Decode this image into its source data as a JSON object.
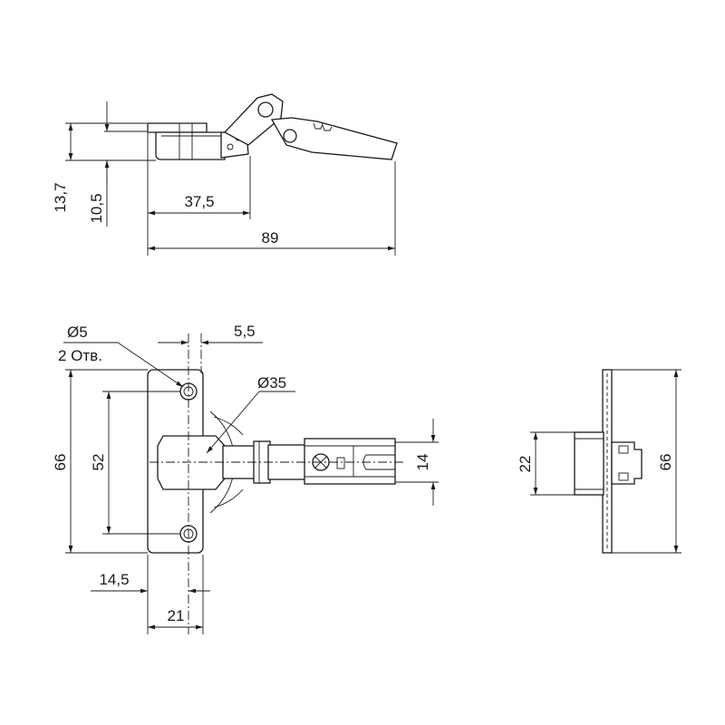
{
  "top_view": {
    "dim_height_total": "13,7",
    "dim_height_base": "10,5",
    "dim_cup_offset": "37,5",
    "dim_length_total": "89"
  },
  "front_view": {
    "dim_hole_diameter": "Ø5",
    "dim_hole_count": "2 Отв.",
    "dim_hole_edge": "5,5",
    "dim_cup_diameter": "Ø35",
    "dim_plate_height": "66",
    "dim_hole_spacing": "52",
    "dim_arm_width": "14",
    "dim_hole_offset": "14,5",
    "dim_plate_width": "21"
  },
  "side_view": {
    "dim_block_height": "22",
    "dim_plate_height": "66"
  },
  "colors": {
    "line": "#1a1a1a",
    "background": "#ffffff"
  }
}
